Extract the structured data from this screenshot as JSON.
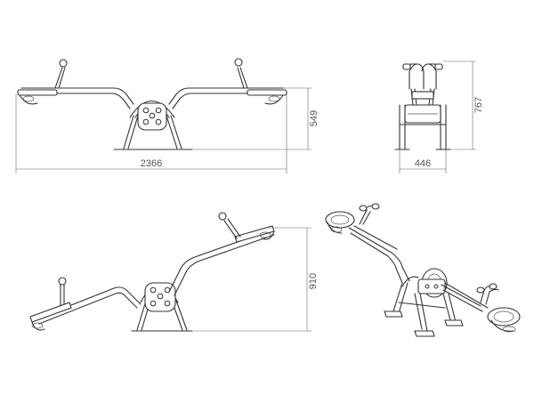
{
  "dimensions": {
    "side_length": "2366",
    "side_height": "549",
    "front_width": "446",
    "front_height": "767",
    "tilted_height": "910"
  }
}
